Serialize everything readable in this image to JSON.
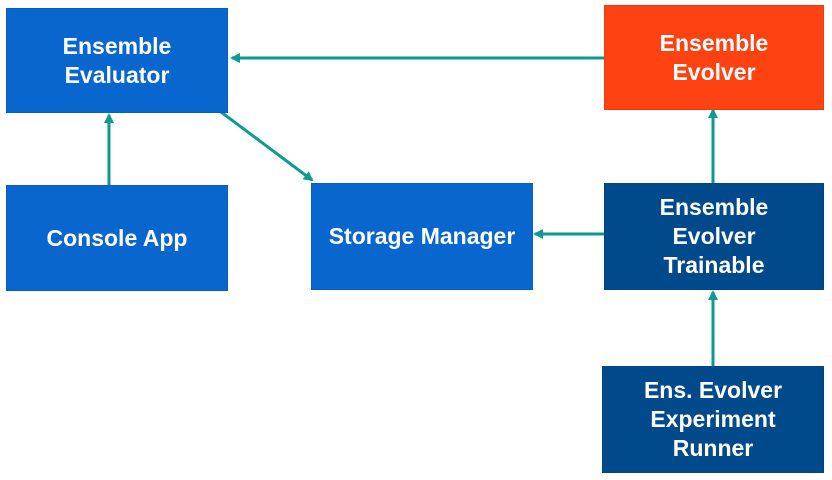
{
  "diagram": {
    "nodes": {
      "ensemble_evaluator": {
        "label": "Ensemble\nEvaluator",
        "color": "#0a66cf"
      },
      "ensemble_evolver": {
        "label": "Ensemble\nEvolver",
        "color": "#ff4212"
      },
      "console_app": {
        "label": "Console App",
        "color": "#0a66cf"
      },
      "storage_manager": {
        "label": "Storage Manager",
        "color": "#0a66cf"
      },
      "ensemble_evolver_trainable": {
        "label": "Ensemble\nEvolver\nTrainable",
        "color": "#004a8c"
      },
      "ens_evolver_experiment_runner": {
        "label": "Ens. Evolver\nExperiment\nRunner",
        "color": "#004a8c"
      }
    },
    "edges": [
      {
        "from": "ensemble_evolver",
        "to": "ensemble_evaluator"
      },
      {
        "from": "console_app",
        "to": "ensemble_evaluator"
      },
      {
        "from": "ensemble_evaluator",
        "to": "storage_manager"
      },
      {
        "from": "ensemble_evolver_trainable",
        "to": "storage_manager"
      },
      {
        "from": "ensemble_evolver_trainable",
        "to": "ensemble_evolver"
      },
      {
        "from": "ens_evolver_experiment_runner",
        "to": "ensemble_evolver_trainable"
      }
    ],
    "edge_color": "#0e9a8e"
  }
}
